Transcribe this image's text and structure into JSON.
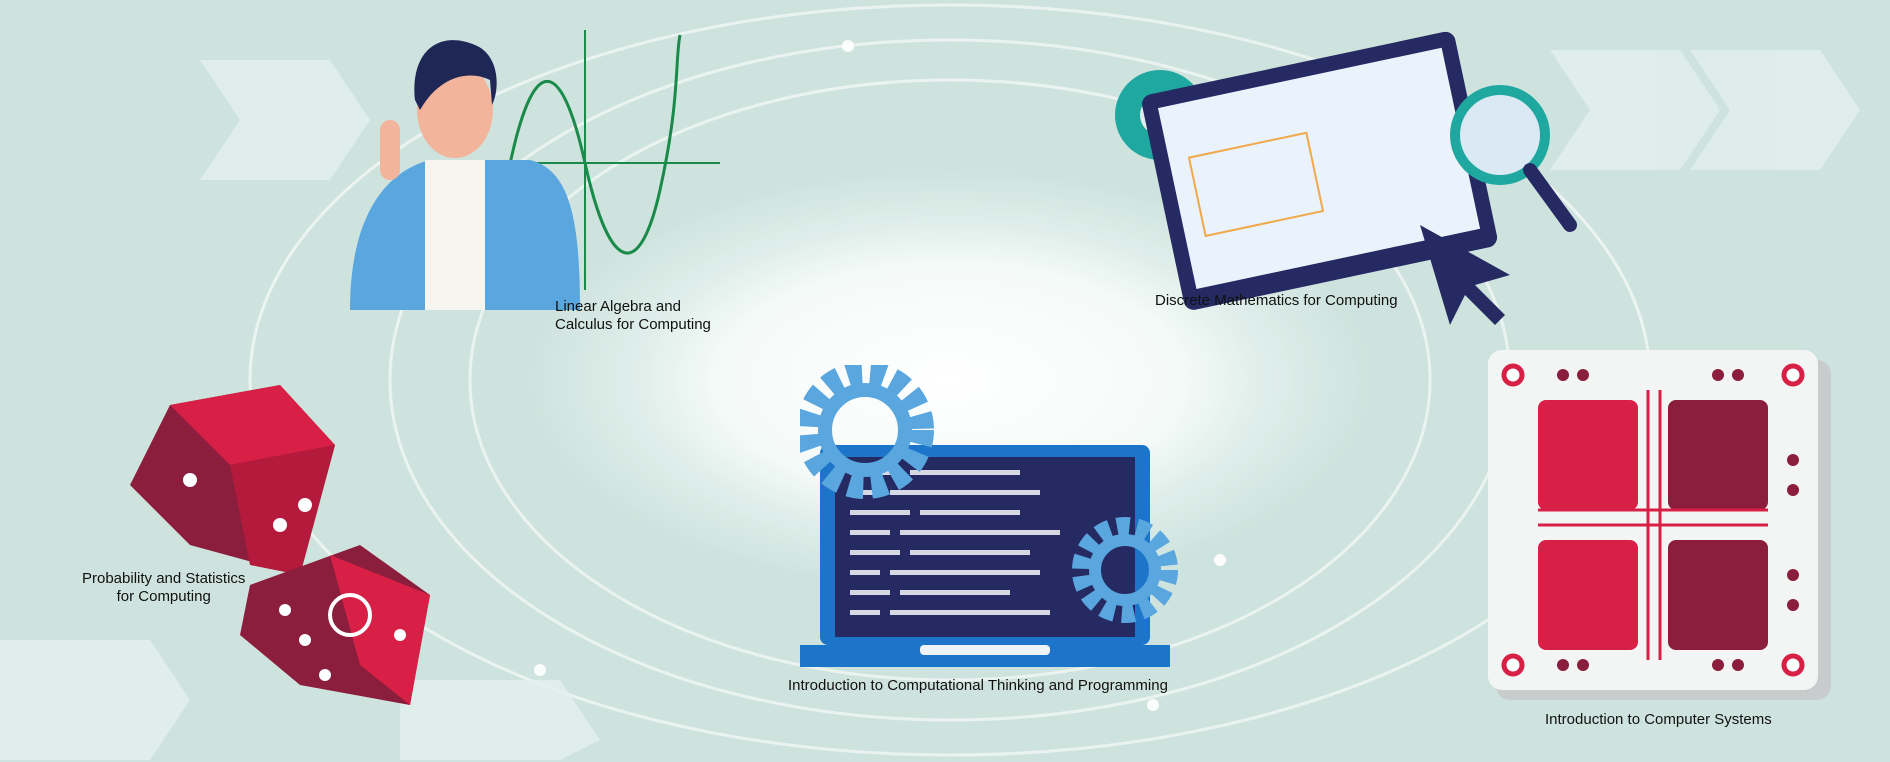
{
  "courses": [
    {
      "id": "linear-algebra",
      "label_lines": [
        "Linear Algebra and",
        "Calculus for Computing"
      ],
      "icon": "teacher-graph-icon"
    },
    {
      "id": "discrete-math",
      "label_lines": [
        "Discrete Mathematics for Computing"
      ],
      "icon": "monitor-formulas-icon"
    },
    {
      "id": "probability",
      "label_lines": [
        "Probability and Statistics",
        "for Computing"
      ],
      "icon": "dice-icon"
    },
    {
      "id": "computational-thinking",
      "label_lines": [
        "Introduction  to Computational Thinking and Programming"
      ],
      "icon": "laptop-code-gears-icon"
    },
    {
      "id": "computer-systems",
      "label_lines": [
        "Introduction  to Computer Systems"
      ],
      "icon": "circuit-chip-icon"
    }
  ],
  "colors": {
    "red": "#d81f45",
    "dark_red": "#8a1e3c",
    "blue": "#1c75c8",
    "navy": "#262a63",
    "light_blue": "#5aa6df",
    "teal": "#1fa89f",
    "green": "#1a8a4a"
  }
}
